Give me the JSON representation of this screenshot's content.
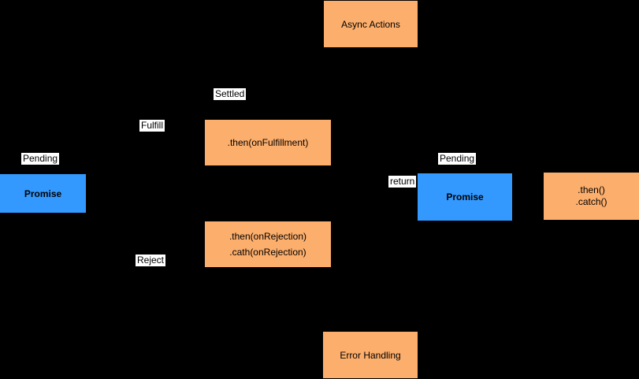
{
  "canvas": {
    "background": "#000000"
  },
  "colors": {
    "orange": "#FCAE6C",
    "blue": "#3399FF",
    "label_bg": "#FFFFFF",
    "label_text": "#000000",
    "node_text": "#000000"
  },
  "nodes": {
    "async_actions": {
      "label": "Async Actions"
    },
    "then_fulfillment": {
      "label": ".then(onFulfillment)"
    },
    "then_rejection": {
      "lines": [
        ".then(onRejection)",
        ".cath(onRejection)"
      ]
    },
    "promise_left": {
      "label": "Promise"
    },
    "promise_right": {
      "label": "Promise"
    },
    "then_catch": {
      "lines": [
        ".then()",
        ".catch()"
      ]
    },
    "error_handling": {
      "label": "Error Handling"
    }
  },
  "edge_labels": {
    "settled": "Settled",
    "fulfill": "Fulfill",
    "pending_left": "Pending",
    "reject": "Reject",
    "return_label": "return",
    "pending_right": "Pending"
  }
}
